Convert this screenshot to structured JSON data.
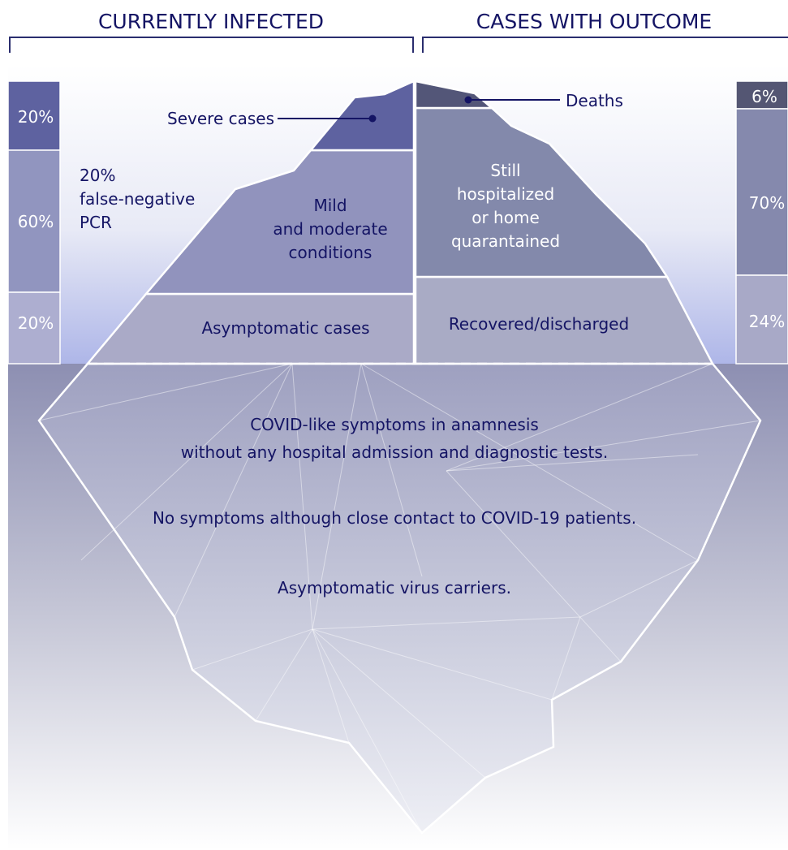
{
  "headers": {
    "left": "CURRENTLY INFECTED",
    "right": "CASES WITH OUTCOME"
  },
  "left_bar": {
    "segments": [
      {
        "label": "20%",
        "value": 20
      },
      {
        "label": "60%",
        "value": 60
      },
      {
        "label": "20%",
        "value": 20
      }
    ]
  },
  "right_bar": {
    "segments": [
      {
        "label": "6%",
        "value": 6
      },
      {
        "label": "70%",
        "value": 70
      },
      {
        "label": "24%",
        "value": 24
      }
    ]
  },
  "annotations": {
    "false_negative": [
      "20%",
      "false-negative",
      "PCR"
    ],
    "severe": "Severe cases",
    "deaths": "Deaths"
  },
  "tip_left": {
    "mild": [
      "Mild",
      "and moderate",
      "conditions"
    ],
    "asymptomatic": "Asymptomatic cases"
  },
  "tip_right": {
    "still": [
      "Still",
      "hospitalized",
      "or home",
      "quarantained"
    ],
    "recovered": "Recovered/discharged"
  },
  "underwater": {
    "line1": "COVID-like symptoms in anamnesis",
    "line2": "without any hospital admission and diagnostic tests.",
    "line3": "No symptoms although close contact to COVID-19 patients.",
    "line4": "Asymptomatic virus carriers."
  },
  "colors": {
    "text": "#141464",
    "severe": "#5e62a0",
    "mild": "#9193bd",
    "asymptomatic": "#aaaac7",
    "deaths": "#535678",
    "still": "#8389ab",
    "recovered": "#a9abc5",
    "bar_left_top": "#5e62a0",
    "bar_left_mid": "#9195bf",
    "bar_left_bot": "#adaed0",
    "bar_right_top": "#545673",
    "bar_right_mid": "#8589ad",
    "bar_right_bot": "#a8a9c7"
  }
}
